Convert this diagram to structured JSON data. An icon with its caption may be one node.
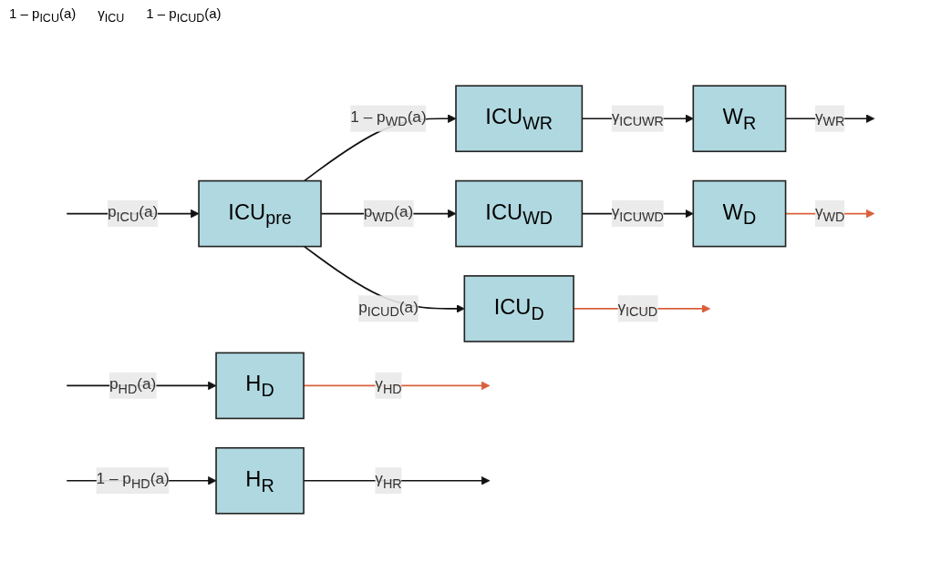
{
  "diagram": {
    "nodes": [
      {
        "text": [
          "H$_{D}$"
        ]
      },
      {
        "text": [
          "H$_{R}$"
        ]
      },
      {
        "text": [
          "ICU$_{W}$$_{R}$"
        ]
      },
      {
        "text": [
          "W$_{R}$"
        ]
      },
      {
        "text": [
          "ICU$_{pre}$"
        ]
      },
      {
        "text": [
          "ICU$_{W}$$_{D}$"
        ]
      },
      {
        "text": [
          "W$_{D}$"
        ]
      },
      {
        "text": [
          "ICU$_{D}$"
        ]
      }
    ],
    "edges": [
      {
        "from": null,
        "to": 0,
        "label": "p$_{H}$$_{D}$(a)",
        "arrow": "to"
      },
      {
        "from": 0,
        "to": null,
        "label": "γ$_{H}$$_{D}$",
        "arrow": "to",
        "color": "#d9603b"
      },
      {
        "from": null,
        "to": 1,
        "label": "1 – p$_{H}$$_{D}$(a)",
        "arrow": "to"
      },
      {
        "from": 1,
        "to": null,
        "label": "γ$_{H}$$_{R}$",
        "arrow": "to"
      },
      {
        "from": 4,
        "to": 2,
        "label": "1 – p$_{W}$$_{D}$(a)",
        "arrow": "to"
      },
      {
        "from": 2,
        "to": 3,
        "label": "γ$_{ICU}$$_{W}$$_{R}$",
        "arrow": "to"
      },
      {
        "from": 3,
        "to": null,
        "label": "γ$_{W}$$_{R}$",
        "arrow": "to"
      },
      {
        "from": null,
        "to": 4,
        "label": "p$_{ICU}$(a)",
        "arrow": "to"
      },
      {
        "from": 4,
        "to": 5,
        "label": "p$_{W}$$_{D}$(a)",
        "arrow": "to"
      },
      {
        "from": 5,
        "to": 6,
        "label": "γ$_{ICU}$$_{W}$$_{D}$",
        "arrow": "to"
      },
      {
        "from": 6,
        "to": null,
        "label": "γ$_{W}$$_{D}$",
        "arrow": "to",
        "color": "#d9603b"
      },
      {
        "from": 4,
        "to": 7,
        "label": "p$_{ICU}$$_{D}$(a)",
        "arrow": "to"
      },
      {
        "from": 7,
        "to": null,
        "label": "γ$_{ICU}$$_{D}$",
        "arrow": "to",
        "color": "#d9603b"
      }
    ],
    "labels": [
      "1 – p$_{ICU}$(a)",
      "γ$_{ICU}$",
      "1 – p$_{ICU}$$_{D}$(a)"
    ]
  }
}
